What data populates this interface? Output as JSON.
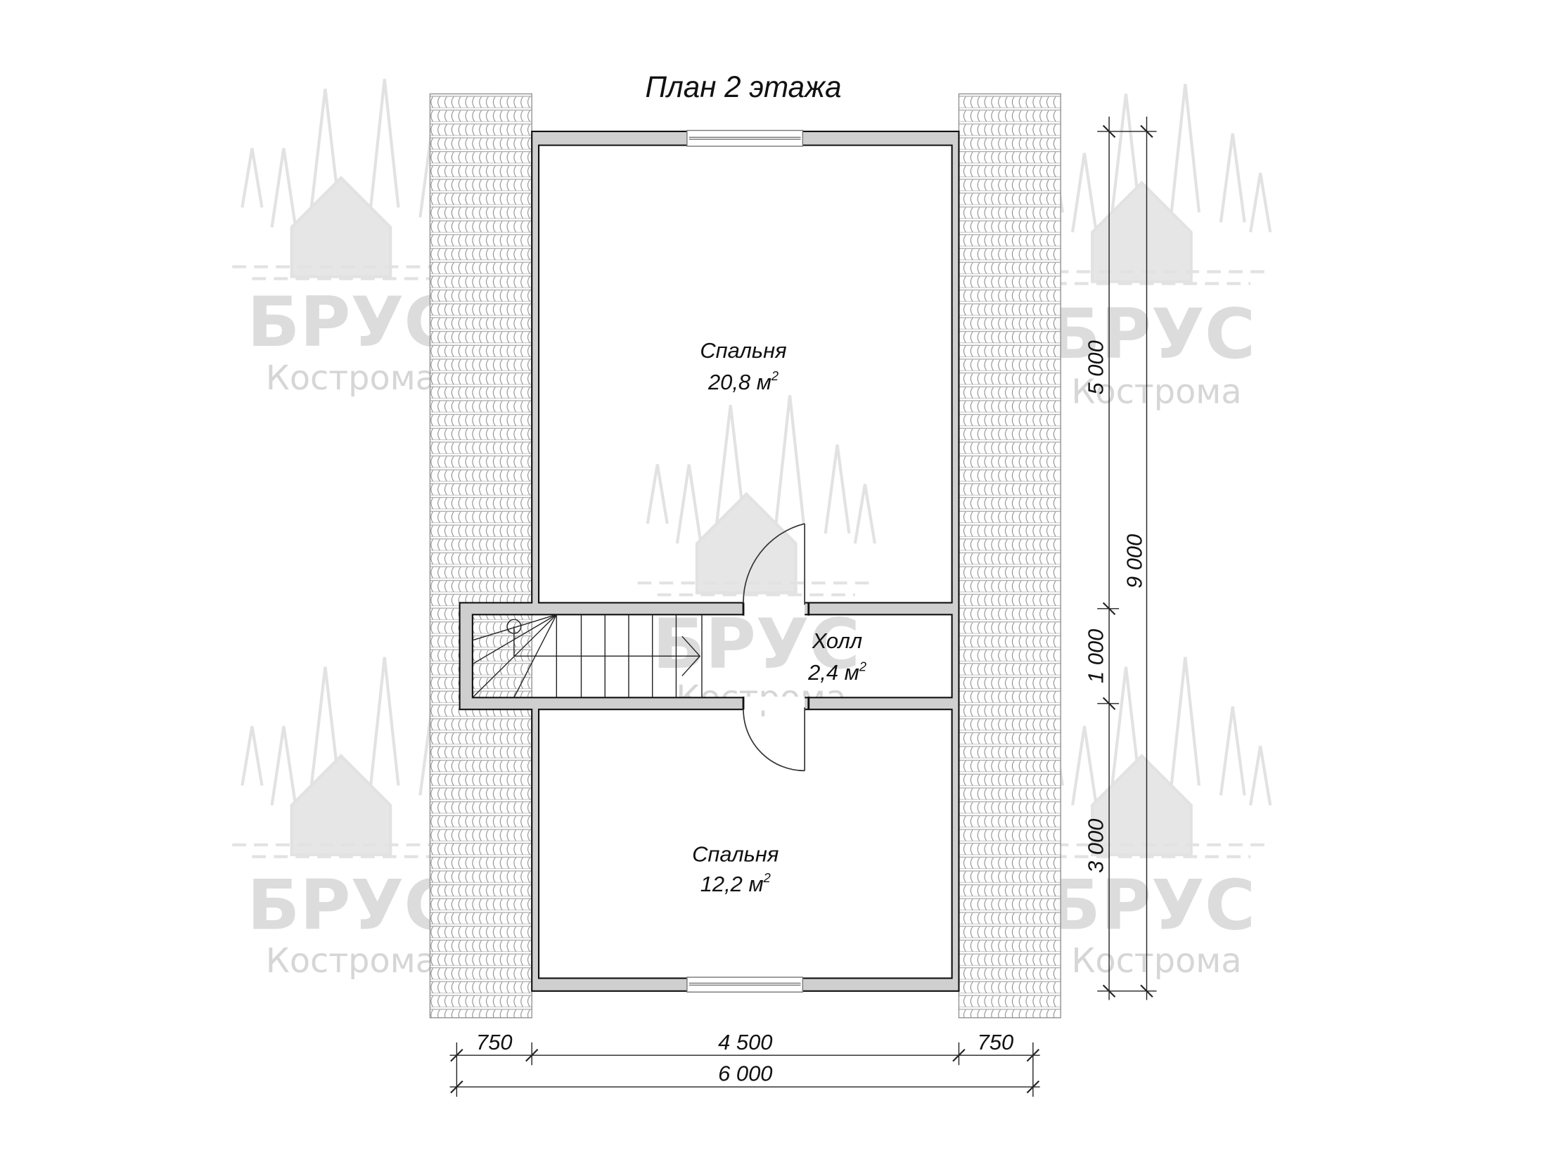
{
  "title": "План 2 этажа",
  "rooms": [
    {
      "name": "Спальня",
      "area": "20,8 м",
      "sup": "2"
    },
    {
      "name": "Холл",
      "area": "2,4 м",
      "sup": "2"
    },
    {
      "name": "Спальня",
      "area": "12,2 м",
      "sup": "2"
    }
  ],
  "dimensions": {
    "bottom": [
      "750",
      "4 500",
      "750"
    ],
    "bottom_total": "6 000",
    "right": [
      "5 000",
      "1 000",
      "3 000"
    ],
    "right_total": "9 000"
  },
  "watermark": {
    "brand": "БРУС",
    "city": "Кострома"
  },
  "colors": {
    "wall_fill": "#cfcfcf",
    "line": "#111111",
    "watermark": "#dcdcdc"
  }
}
